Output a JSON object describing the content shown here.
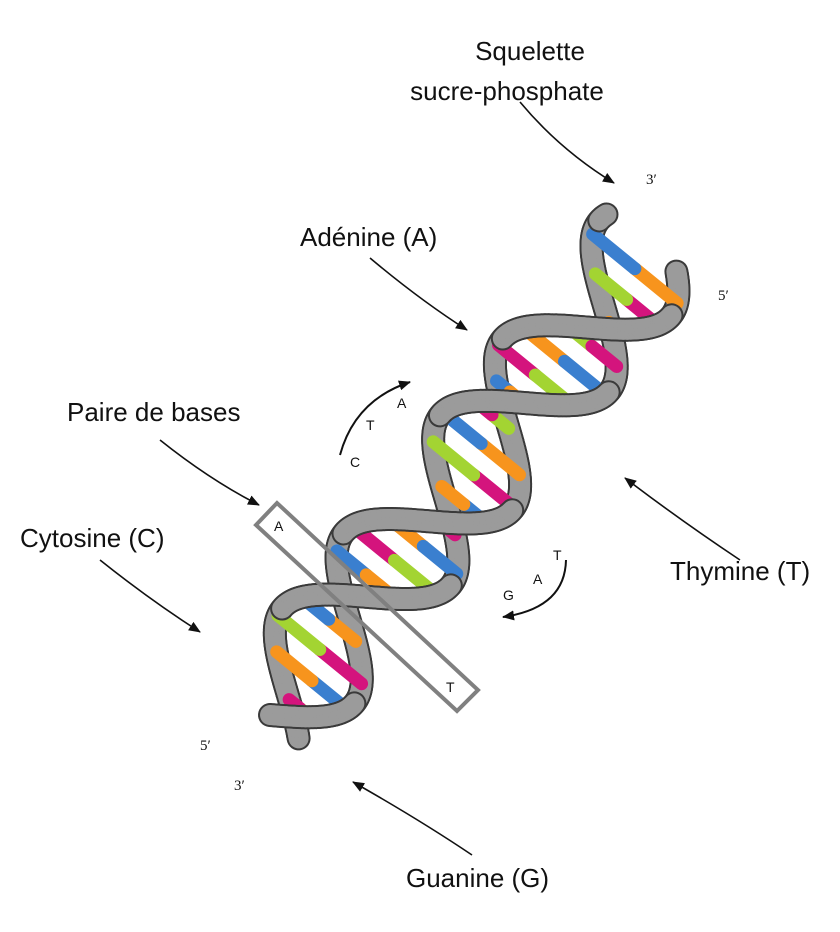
{
  "labels": {
    "backbone_line1": "Squelette",
    "backbone_line2": "sucre-phosphate",
    "adenine": "Adénine (A)",
    "base_pair": "Paire de bases",
    "cytosine": "Cytosine (C)",
    "thymine": "Thymine (T)",
    "guanine": "Guanine (G)"
  },
  "ends": {
    "top_3": "3′",
    "top_5": "5′",
    "bottom_5": "5′",
    "bottom_3": "3′"
  },
  "pair_box": {
    "left": "A",
    "right": "T"
  },
  "upper_arrow": {
    "c": "C",
    "t": "T",
    "a": "A"
  },
  "lower_arrow": {
    "t": "T",
    "a": "A",
    "g": "G"
  },
  "colors": {
    "backbone": "#9b9b9b",
    "backbone_edge": "#3a3a3a",
    "adenine": "#a3d432",
    "thymine": "#d4147d",
    "cytosine": "#3a7fcf",
    "guanine": "#f7941d"
  }
}
